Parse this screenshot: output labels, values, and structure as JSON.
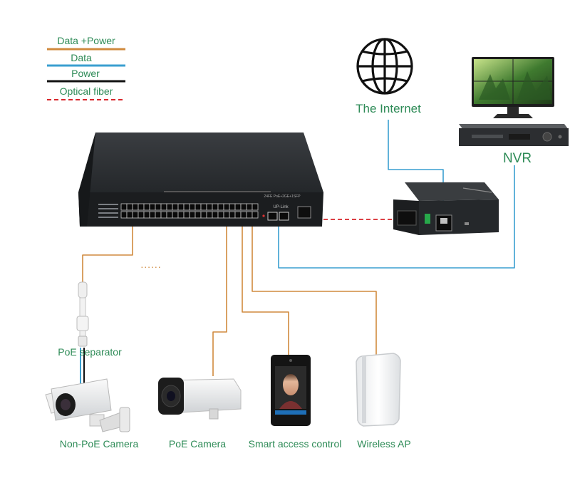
{
  "legend": [
    {
      "label": "Data +Power",
      "line_color": "#d08a3e",
      "style": "solid"
    },
    {
      "label": "Data",
      "line_color": "#3a9fd0",
      "style": "solid"
    },
    {
      "label": "Power",
      "line_color": "#111111",
      "style": "solid"
    },
    {
      "label": "Optical fiber",
      "line_color": "#d8252a",
      "style": "dashed"
    }
  ],
  "labels": {
    "internet": "The Internet",
    "nvr": "NVR",
    "poe_separator": "PoE separator",
    "non_poe_camera": "Non-PoE Camera",
    "poe_camera": "PoE Camera",
    "smart_access": "Smart access control",
    "wireless_ap": "Wireless AP",
    "ellipsis": "......"
  },
  "switch": {
    "text_top": "24FE PoE+2GE+1SFP",
    "text_uplink": "UP-Link"
  },
  "colors": {
    "data_power": "#d08a3e",
    "data": "#3a9fd0",
    "power": "#111111",
    "fiber": "#d8252a",
    "label": "#2e8b57"
  },
  "icons": [
    "globe-icon",
    "monitor-icon",
    "nvr-recorder-icon",
    "switch-icon",
    "media-converter-icon",
    "poe-separator-icon",
    "bullet-camera-icon",
    "access-terminal-icon",
    "wireless-ap-icon"
  ]
}
